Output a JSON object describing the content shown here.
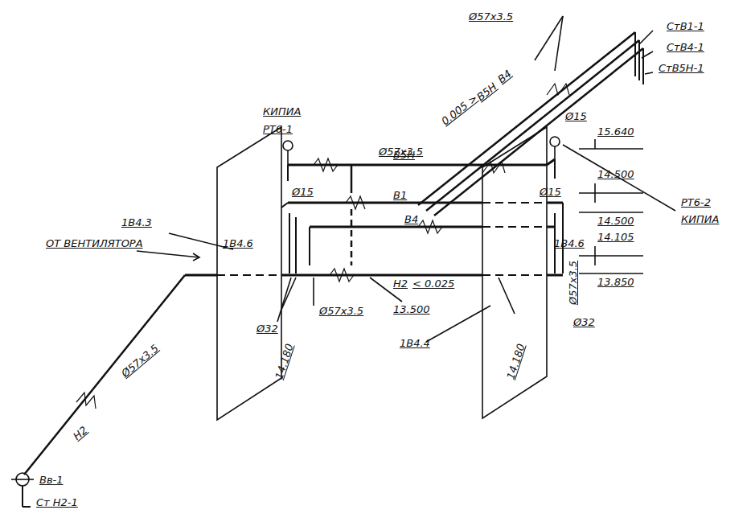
{
  "diagram": {
    "labels": [
      "Ø57x3.5",
      "СтВ1-1",
      "СтВ4-1",
      "СтВ5Н-1",
      "0.005 >",
      "В5Н",
      "В4",
      "РТ6-1",
      "КИПИА",
      "Ø57x3.5",
      "В5Н",
      "Ø15",
      "15.640",
      "РТ6-2",
      "КИПИА",
      "14.500",
      "14.500",
      "14.105",
      "13.850",
      "1В4.3",
      "ОТ ВЕНТИЛЯТОРА",
      "Ø15",
      "В1",
      "В4",
      "Н2",
      "< 0.025",
      "Ø15",
      "1В4.6",
      "1В4.6",
      "Ø57x3.5",
      "13.500",
      "Ø32",
      "14.180",
      "1В4.4",
      "14.180",
      "Ø32",
      "Ø57x3.5",
      "Ø57x3.5",
      "Н2",
      "Вв-1",
      "Ст Н2-1"
    ]
  }
}
